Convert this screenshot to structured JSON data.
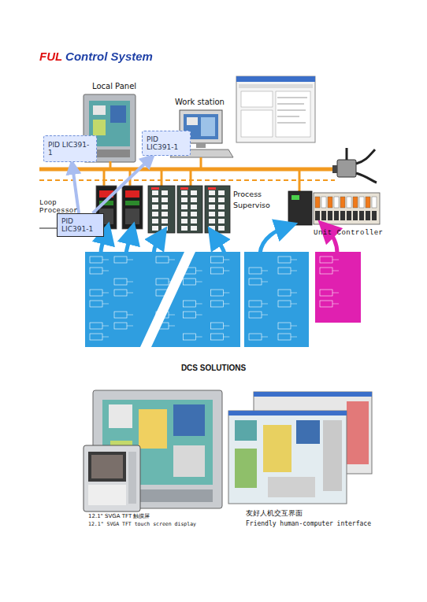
{
  "diagram": {
    "title": "FUL Control System",
    "nodes": [
      {
        "text": [
          "PID LIC391-1"
        ]
      },
      {
        "text": [
          "PID LIC391-1"
        ]
      },
      {
        "text": [
          "PID LIC391-1"
        ]
      }
    ],
    "edges": [
      {
        "from": 2,
        "to": 0,
        "arrow": "to"
      },
      {
        "from": 2,
        "to": 1,
        "arrow": "to"
      }
    ],
    "labels": [
      "Local Panel",
      "Work station",
      "Loop Processor",
      "Process Superviso",
      "Unit Controller",
      "DCS SOLUTIONS",
      "12.1\" SVGA TFT 触摸屏",
      "12.1\" SVGA TFT touch screen display",
      "友好人机交互界面",
      "Friendly human-computer interface"
    ]
  }
}
